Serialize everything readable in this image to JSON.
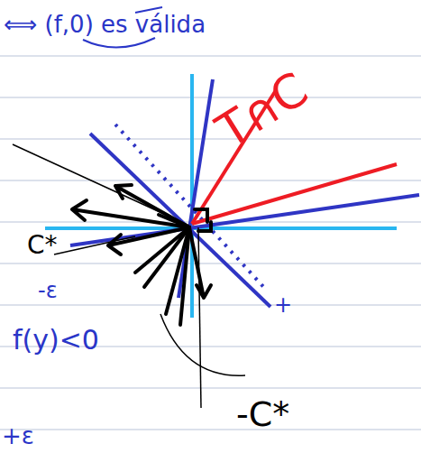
{
  "diagram": {
    "labels": [
      "⟺ (f,0) es válida",
      "T∩C",
      "C*",
      "-ε",
      "f(y)<0",
      "-C*",
      "+",
      "+ε"
    ]
  }
}
